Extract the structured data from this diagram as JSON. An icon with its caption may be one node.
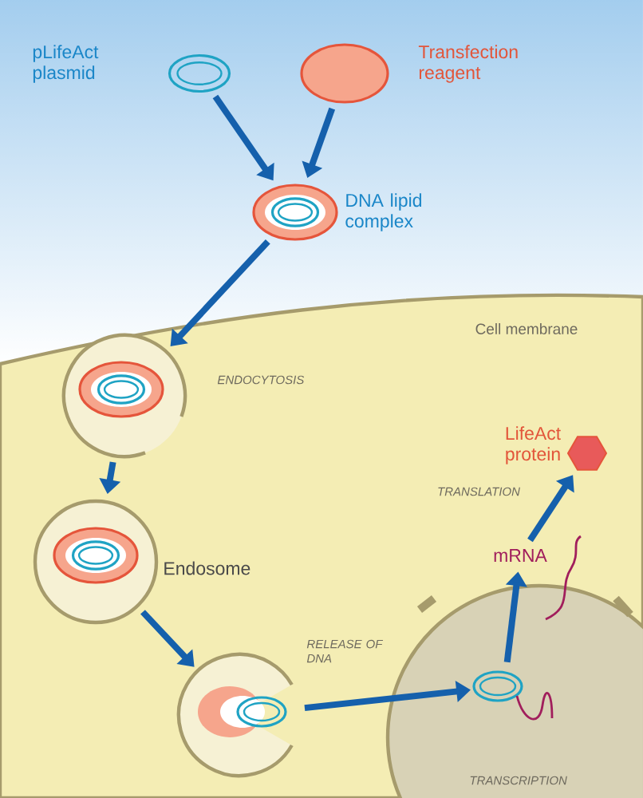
{
  "diagram": {
    "nodes": [
      {
        "text": [],
        "shape": "picture",
        "beside": [
          "pLifeAct plasmid"
        ]
      },
      {
        "text": [],
        "shape": "ellipse",
        "beside": [
          "Transfection reagent"
        ]
      },
      {
        "text": [],
        "shape": "picture",
        "beside": [
          "DNA lipid complex"
        ]
      },
      {
        "text": [],
        "shape": "picture",
        "beside": [
          "ENDOCYTOSIS"
        ]
      },
      {
        "text": [],
        "shape": "picture",
        "beside": [
          "Endosome"
        ]
      },
      {
        "text": [],
        "shape": "picture",
        "beside": [
          "RELEASE OF DNA"
        ]
      },
      {
        "text": [],
        "shape": "circle",
        "beside": [
          "TRANSCRIPTION"
        ]
      },
      {
        "text": [],
        "shape": "picture",
        "in": 6
      },
      {
        "text": [
          "mRNA"
        ]
      },
      {
        "text": [],
        "shape": "hexagon",
        "beside": [
          "LifeAct protein"
        ]
      }
    ],
    "edges": [
      {
        "from": 0,
        "to": 2,
        "arrow": "to"
      },
      {
        "from": 1,
        "to": 2,
        "arrow": "to"
      },
      {
        "from": 2,
        "to": 3,
        "arrow": "to"
      },
      {
        "from": 3,
        "to": 4,
        "arrow": "to"
      },
      {
        "from": 4,
        "to": 5,
        "arrow": "to"
      },
      {
        "from": 5,
        "to": 7,
        "arrow": "to"
      },
      {
        "from": 7,
        "to": 8,
        "arrow": "to"
      },
      {
        "from": 8,
        "to": 9,
        "arrow": "to"
      }
    ],
    "labels": [
      "Cell membrane",
      "TRANSLATION"
    ]
  }
}
